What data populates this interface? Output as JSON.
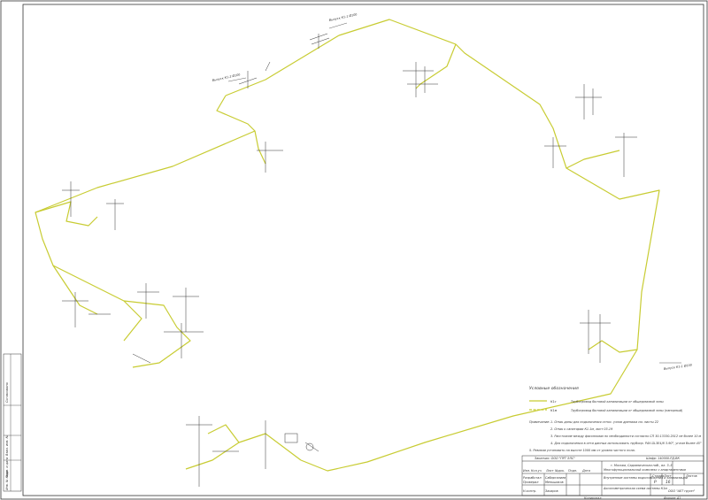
{
  "legend": {
    "title": "Условные обозначения",
    "items": [
      {
        "code": "К1с",
        "text": "Трубопровод бытовой канализации от общедомовой зоны",
        "color": "#c8cc33"
      },
      {
        "code": "К1м",
        "text": "Трубопровод бытовой канализации от общедомовой зоны (напорный)",
        "color": "#c8cc33"
      }
    ]
  },
  "notes": {
    "heading": "Примечание:",
    "items": [
      "1. Отмы даны для подключения относ. узлов дренажа см. листы 22",
      "2. Отмы к санитарии К1-1м, лист 03-19",
      "3. Расстояние между фасонными по необходимости согласно СП 30.13330.2012 не более 10 м",
      "4. Для подключения в сети данных использовать трубопр. РАУ-GL3E4/8 3-90°, углом более 45°",
      "5. Ревизии установить на высоте 1000 мм от уровня чистого пола."
    ]
  },
  "risers": [
    {
      "label": "Выпуск К1-1 Ø100"
    },
    {
      "label": "Выпуск К1-2 Ø100"
    },
    {
      "label": "Выпуск К1-1 Ø100"
    }
  ],
  "stamp": {
    "customer": "Заказчик: ООО \"ПРТ ЭЛС\"",
    "code": "Шифр: 140000-РД-ВК",
    "address": "г. Москва, Садовническая наб., вл. 3–5",
    "object": "Многофункциональный комплекс с апартаментами",
    "section": "Внутренние системы водоснабжения и канализации",
    "sheet_title": "Аксонометрическая схема системы К1м",
    "stage_h": "Стадия",
    "sheet_h": "Лист",
    "sheets_h": "Листов",
    "stage": "Р",
    "sheet_no": "16",
    "org": "ООО \"АЕТ групп\"",
    "roles": [
      "Разработал",
      "Проверил",
      "",
      "",
      "Н.контр."
    ],
    "names": [
      "Сабиргалиев",
      "Меньшиков",
      "",
      "",
      "Захаров"
    ],
    "header_cols": [
      "Изм.",
      "Кол.уч",
      "Лист",
      "№док.",
      "Подп.",
      "Дата"
    ],
    "copied": "Копировал",
    "format": "Формат А1"
  },
  "margin_labels": [
    "Инв. № подл.",
    "Подп. и дата",
    "Взам. инв. №",
    "Согласовано"
  ]
}
